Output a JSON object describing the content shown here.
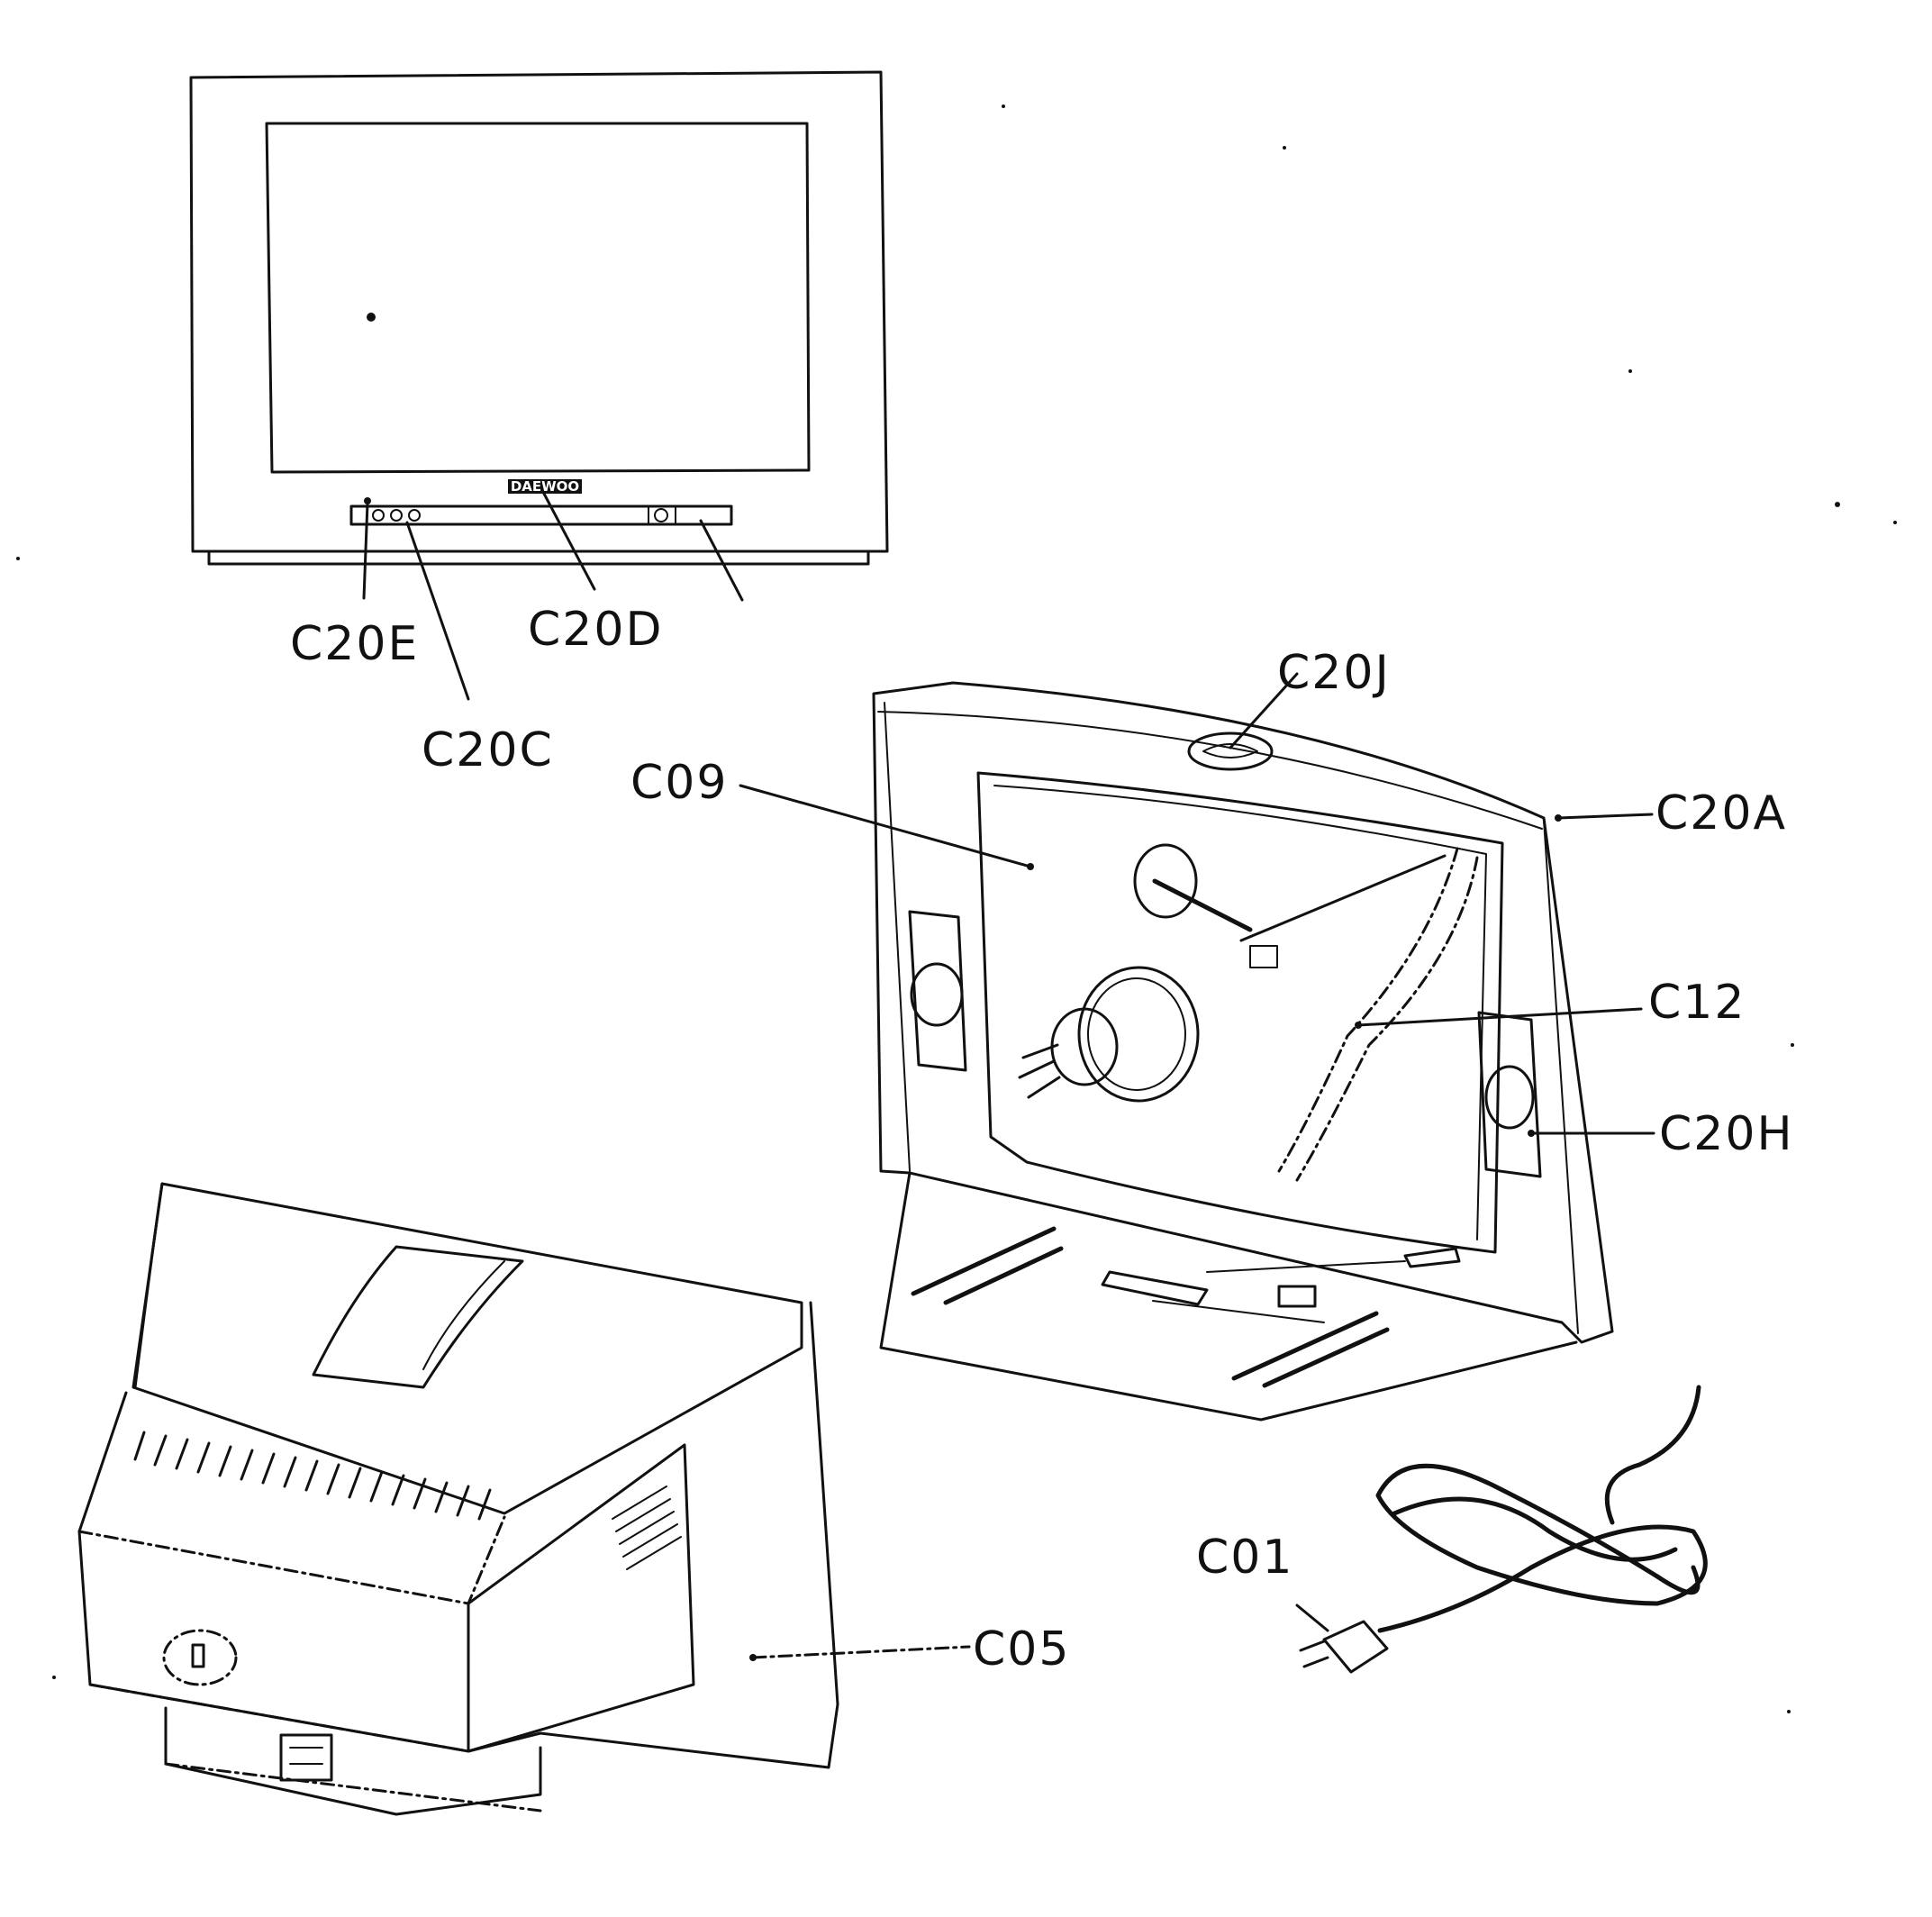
{
  "diagram": {
    "colors": {
      "ink": "#111111",
      "paper": "#ffffff"
    },
    "components": {
      "tv_front": {
        "brand": "DAEWOO"
      },
      "front_cabinet": {},
      "back_cover": {},
      "power_cord": {}
    },
    "labels": {
      "c20e": "C20E",
      "c20d": "C20D",
      "c20c": "C20C",
      "c20j": "C20J",
      "c09": "C09",
      "c20a": "C20A",
      "c12": "C12",
      "c20h": "C20H",
      "c05": "C05",
      "c01": "C01"
    }
  }
}
